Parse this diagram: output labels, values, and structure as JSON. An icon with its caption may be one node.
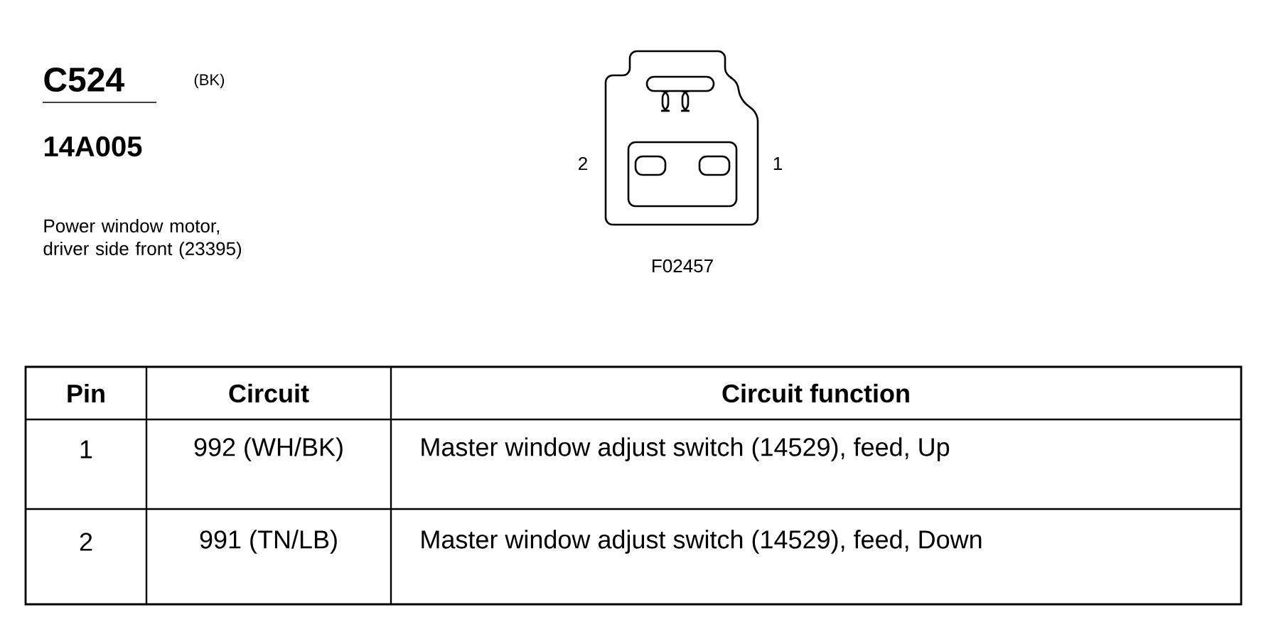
{
  "diagram": {
    "title": "C524",
    "labels": [
      "(BK)",
      "14A005",
      "Power window motor, driver side front (23395)",
      "2",
      "1",
      "F02457",
      "Pin",
      "Circuit",
      "Circuit function",
      "1",
      "992 (WH/BK)",
      "Master window adjust switch (14529), feed, Up",
      "2",
      "991 (TN/LB)",
      "Master window adjust switch (14529), feed, Down"
    ]
  }
}
